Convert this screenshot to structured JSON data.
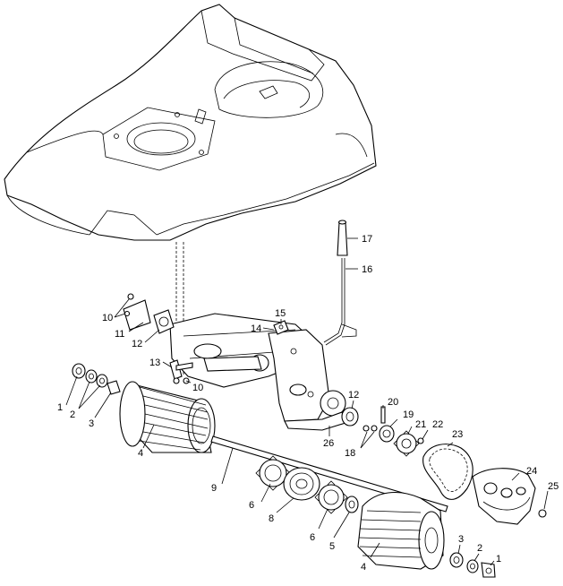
{
  "diagram": {
    "callouts": [
      {
        "id": "c17",
        "label": "17"
      },
      {
        "id": "c16",
        "label": "16"
      },
      {
        "id": "c15",
        "label": "15"
      },
      {
        "id": "c14",
        "label": "14"
      },
      {
        "id": "c10a",
        "label": "10"
      },
      {
        "id": "c11",
        "label": "11"
      },
      {
        "id": "c12a",
        "label": "12"
      },
      {
        "id": "c13",
        "label": "13"
      },
      {
        "id": "c10b",
        "label": "10"
      },
      {
        "id": "c1a",
        "label": "1"
      },
      {
        "id": "c2a",
        "label": "2"
      },
      {
        "id": "c3a",
        "label": "3"
      },
      {
        "id": "c4a",
        "label": "4"
      },
      {
        "id": "c9",
        "label": "9"
      },
      {
        "id": "c6a",
        "label": "6"
      },
      {
        "id": "c8",
        "label": "8"
      },
      {
        "id": "c6b",
        "label": "6"
      },
      {
        "id": "c5",
        "label": "5"
      },
      {
        "id": "c4b",
        "label": "4"
      },
      {
        "id": "c3b",
        "label": "3"
      },
      {
        "id": "c2b",
        "label": "2"
      },
      {
        "id": "c1b",
        "label": "1"
      },
      {
        "id": "c12b",
        "label": "12"
      },
      {
        "id": "c20",
        "label": "20"
      },
      {
        "id": "c19",
        "label": "19"
      },
      {
        "id": "c21",
        "label": "21"
      },
      {
        "id": "c22",
        "label": "22"
      },
      {
        "id": "c18",
        "label": "18"
      },
      {
        "id": "c26",
        "label": "26"
      },
      {
        "id": "c23",
        "label": "23"
      },
      {
        "id": "c24",
        "label": "24"
      },
      {
        "id": "c25",
        "label": "25"
      }
    ]
  }
}
